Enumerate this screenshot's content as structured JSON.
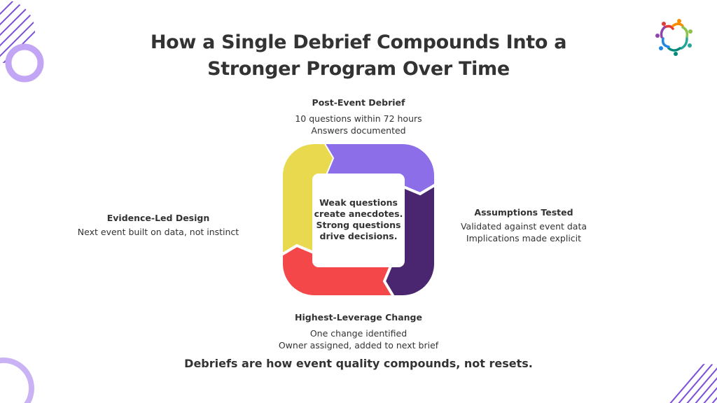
{
  "title": [
    "How a Single Debrief Compounds Into a",
    "Stronger Program Over Time"
  ],
  "center_text": [
    "Weak questions",
    "create anecdotes.",
    "Strong questions",
    "drive decisions."
  ],
  "stages": [
    {
      "heading": "Post-Event Debrief",
      "lines": [
        "10 questions within 72 hours",
        "Answers documented"
      ],
      "color": "#8b6ee8"
    },
    {
      "heading": "Assumptions Tested",
      "lines": [
        "Validated against event data",
        "Implications made explicit"
      ],
      "color": "#4a2670"
    },
    {
      "heading": "Highest-Leverage Change",
      "lines": [
        "One change identified",
        "Owner assigned, added to next brief"
      ],
      "color": "#f4474a"
    },
    {
      "heading": "Evidence-Led Design",
      "lines": [
        "Next event built on data, not instinct"
      ],
      "color": "#e8d94e"
    }
  ],
  "footer": "Debriefs are how event quality compounds, not resets.",
  "logo_icon": "people-circle-logo"
}
